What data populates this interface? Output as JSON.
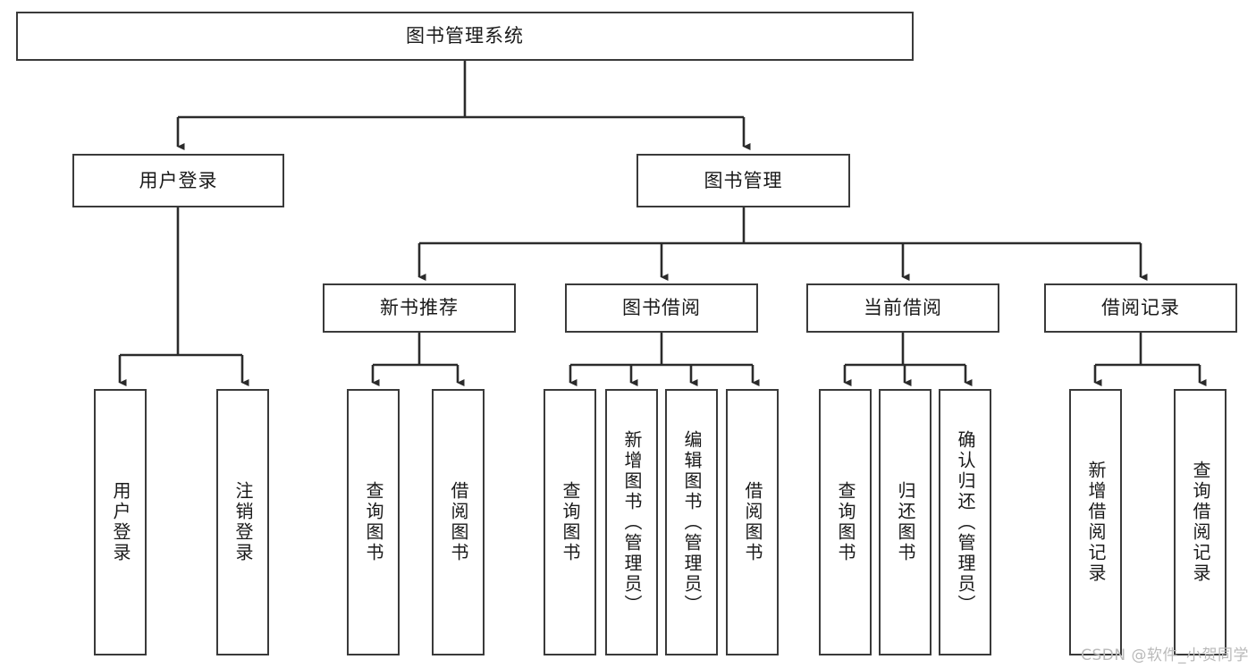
{
  "diagram": {
    "title": "图书管理系统",
    "type": "tree-hierarchy",
    "watermark": "CSDN @软件_小贺同学",
    "colors": {
      "box_border": "#3a3a3a",
      "box_fill": "#ffffff",
      "connector": "#2b2b2b",
      "text": "#1a1a1a",
      "watermark": "#b9b9b9",
      "background": "#ffffff"
    },
    "root": {
      "label": "图书管理系统"
    },
    "level2": [
      {
        "label": "用户登录"
      },
      {
        "label": "图书管理"
      }
    ],
    "level3": [
      {
        "label": "新书推荐"
      },
      {
        "label": "图书借阅"
      },
      {
        "label": "当前借阅"
      },
      {
        "label": "借阅记录"
      }
    ],
    "leaves": {
      "user_login": [
        {
          "label": "用户登录"
        },
        {
          "label": "注销登录"
        }
      ],
      "new_book_recommend": [
        {
          "label": "查询图书"
        },
        {
          "label": "借阅图书"
        }
      ],
      "book_borrow": [
        {
          "label": "查询图书"
        },
        {
          "label": "新增图书（管理员）"
        },
        {
          "label": "编辑图书（管理员）"
        },
        {
          "label": "借阅图书"
        }
      ],
      "current_borrow": [
        {
          "label": "查询图书"
        },
        {
          "label": "归还图书"
        },
        {
          "label": "确认归还（管理员）"
        }
      ],
      "borrow_record": [
        {
          "label": "新增借阅记录"
        },
        {
          "label": "查询借阅记录"
        }
      ]
    }
  }
}
